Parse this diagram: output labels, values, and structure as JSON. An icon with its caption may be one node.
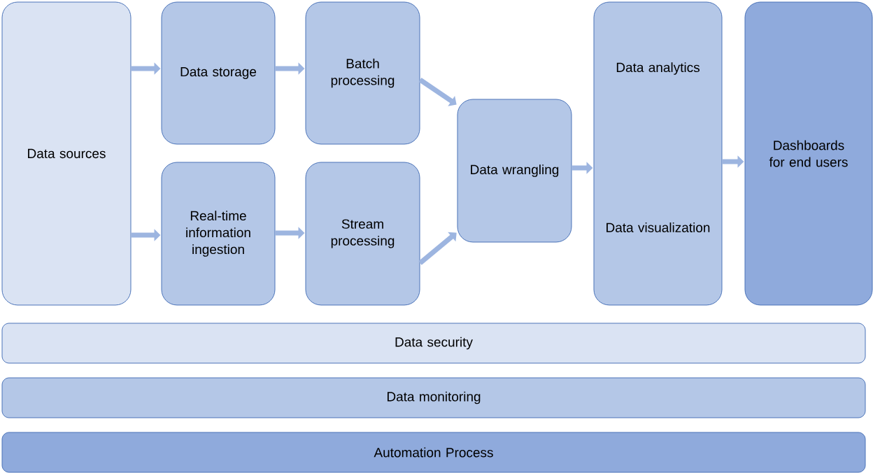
{
  "diagram": {
    "nodes": [
      {
        "text": [
          "Data sources"
        ]
      },
      {
        "text": [
          "Data storage"
        ]
      },
      {
        "text": [
          "Batch processing"
        ]
      },
      {
        "text": [
          "Real-time information ingestion"
        ]
      },
      {
        "text": [
          "Stream processing"
        ]
      },
      {
        "text": [
          "Data wrangling"
        ]
      },
      {
        "text": [
          "Data analytics",
          "Data visualization"
        ]
      },
      {
        "text": [
          "Dashboards for end users"
        ]
      },
      {
        "text": [
          "Data security"
        ]
      },
      {
        "text": [
          "Data monitoring"
        ]
      },
      {
        "text": [
          "Automation Process"
        ]
      }
    ],
    "edges": [
      {
        "from": 0,
        "to": 1,
        "arrow": "to"
      },
      {
        "from": 0,
        "to": 3,
        "arrow": "to"
      },
      {
        "from": 1,
        "to": 2,
        "arrow": "to"
      },
      {
        "from": 3,
        "to": 4,
        "arrow": "to"
      },
      {
        "from": 2,
        "to": 5,
        "arrow": "to"
      },
      {
        "from": 4,
        "to": 5,
        "arrow": "to"
      },
      {
        "from": 5,
        "to": 6,
        "arrow": "to"
      },
      {
        "from": 6,
        "to": 7,
        "arrow": "to"
      }
    ]
  }
}
